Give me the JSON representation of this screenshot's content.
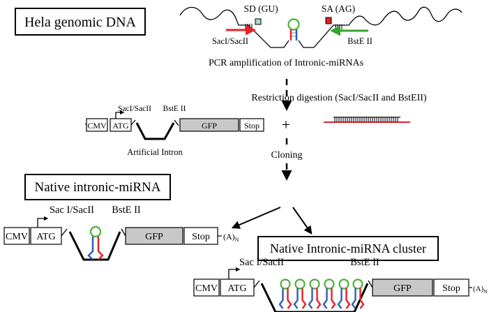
{
  "titles": {
    "hela": "Hela genomic DNA",
    "native": "Native intronic-miRNA",
    "cluster": "Native Intronic-miRNA cluster"
  },
  "top": {
    "sd": "SD (GU)",
    "sa": "SA (AG)",
    "sac": "SacI/SacII",
    "bst": "BstE II",
    "pcr": "PCR amplification of Intronic-miRNAs"
  },
  "steps": {
    "restriction": "Restriction digestion (SacI/SacII and BstEII)",
    "cloning": "Cloning",
    "plus": "+"
  },
  "vector": {
    "cmv": "CMV",
    "atg": "ATG",
    "gfp": "GFP",
    "stop": "Stop",
    "sac": "SacI/SacII",
    "bst": "BstE II",
    "intron_label": "Artificial Intron"
  },
  "construct1": {
    "cmv": "CMV",
    "atg": "ATG",
    "gfp": "GFP",
    "stop": "Stop",
    "sac": "Sac I/SacII",
    "bst": "BstE II",
    "polya": "(A)",
    "polya_sub": "N"
  },
  "construct2": {
    "cmv": "CMV",
    "atg": "ATG",
    "gfp": "GFP",
    "stop": "Stop",
    "sac": "Sac I/SacII",
    "bst": "BstE II",
    "polya": "(A)",
    "polya_sub": "N"
  },
  "colors": {
    "red": "#e8202a",
    "green": "#33a532",
    "blue": "#2f5fb3",
    "loop_green": "#4caf3a",
    "gfp_fill": "#c8c8c8",
    "sd_box": "#a8d8c8",
    "sa_box": "#e02020"
  },
  "icons": {
    "hairpin": "stem-loop-hairpin-icon",
    "promoter": "promoter-arrow-icon"
  }
}
